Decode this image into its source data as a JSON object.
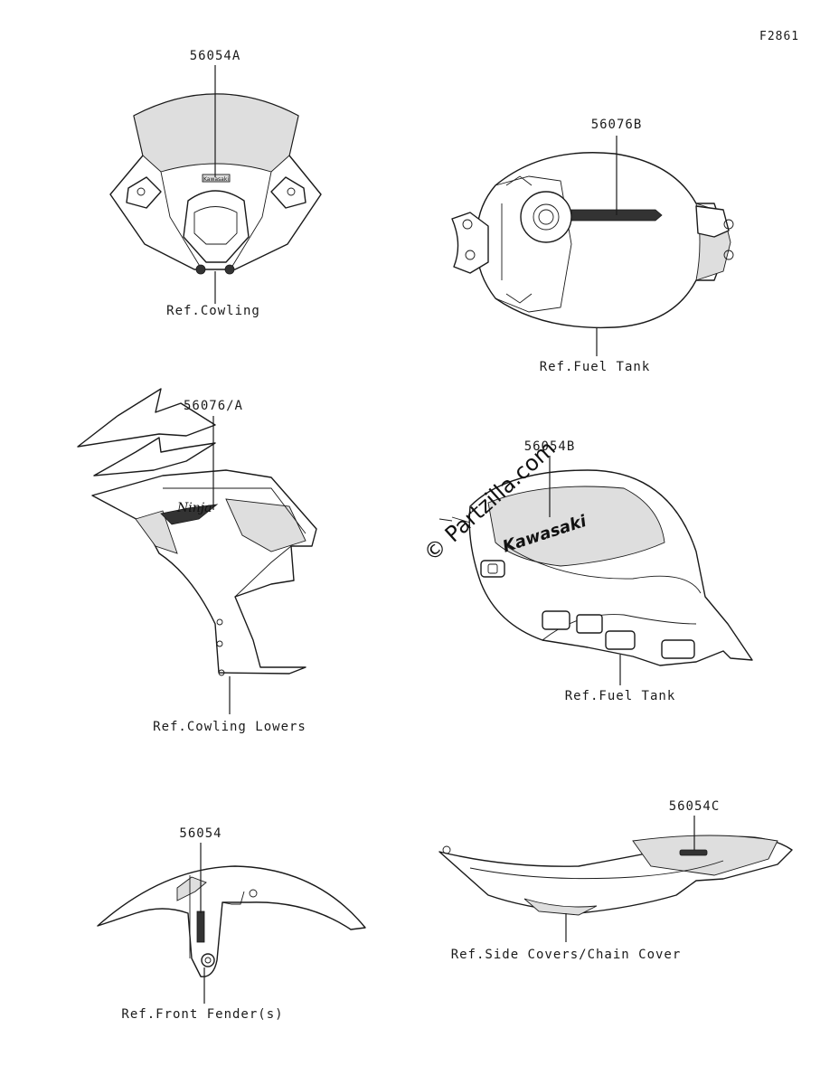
{
  "figure_id": "F2861",
  "watermark": "© Partzilla.com",
  "callouts": [
    {
      "part_number": "56054A",
      "reference": "Ref.Cowling",
      "decal_text": "Kawasaki"
    },
    {
      "part_number": "56076B",
      "reference": "Ref.Fuel Tank",
      "decal_text": ""
    },
    {
      "part_number": "56076/A",
      "reference": "Ref.Cowling Lowers",
      "decal_text": "Ninja"
    },
    {
      "part_number": "56054B",
      "reference": "Ref.Fuel Tank",
      "decal_text": "Kawasaki"
    },
    {
      "part_number": "56054",
      "reference": "Ref.Front Fender(s)",
      "decal_text": ""
    },
    {
      "part_number": "56054C",
      "reference": "Ref.Side Covers/Chain Cover",
      "decal_text": ""
    }
  ]
}
